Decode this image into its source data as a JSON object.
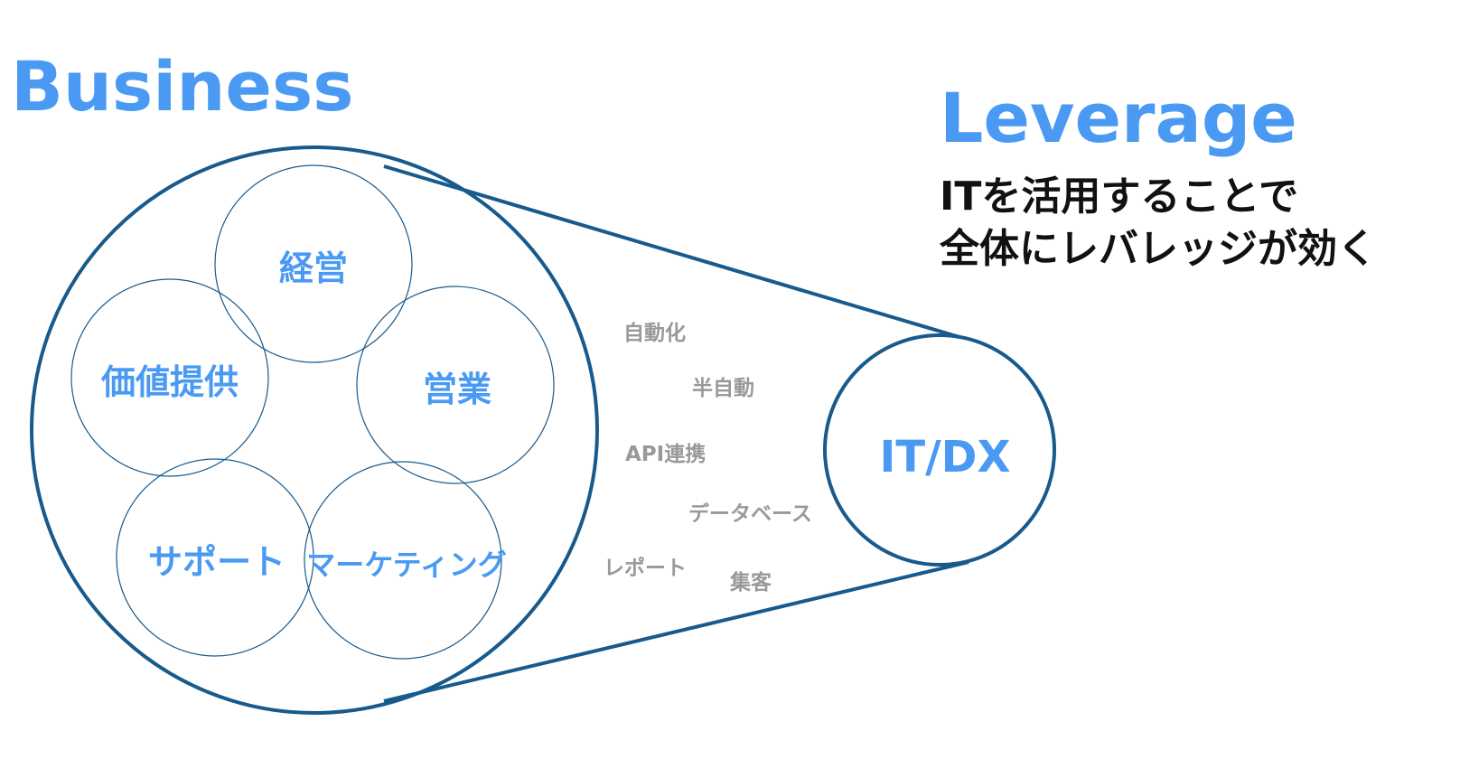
{
  "business_title": "Business",
  "leverage_title": "Leverage",
  "leverage_subtitle": [
    "ITを活用することで",
    "全体にレバレッジが効く"
  ],
  "business_areas": [
    "経営",
    "価値提供",
    "営業",
    "サポート",
    "マーケティング"
  ],
  "it_label": "IT/DX",
  "it_keywords": [
    "自動化",
    "半自動",
    "API連携",
    "データベース",
    "レポート",
    "集客"
  ],
  "colors": {
    "accent": "#4a9af3",
    "outline": "#185a8c",
    "keyword": "#999999",
    "subtitle": "#111111"
  }
}
